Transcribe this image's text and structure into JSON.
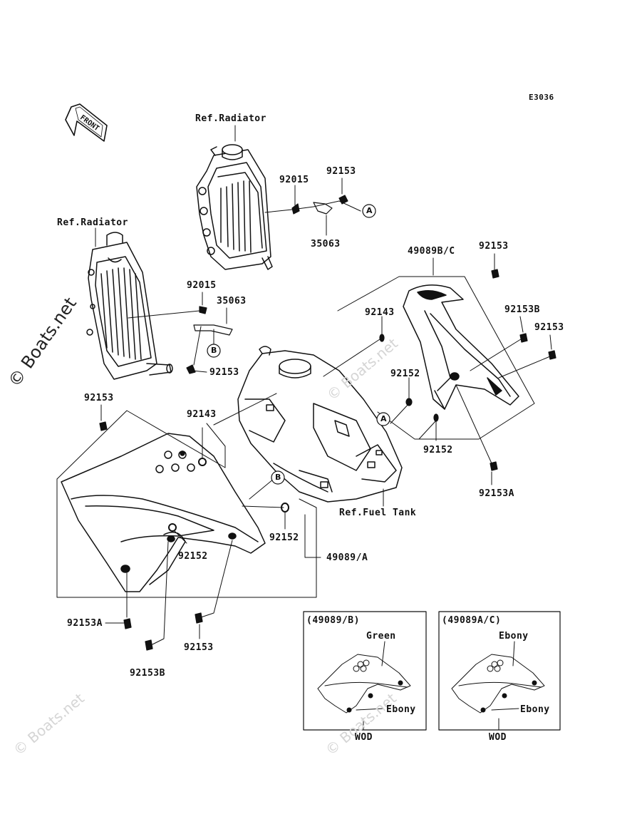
{
  "diagram_code": "E3036",
  "front_arrow_label": "FRONT",
  "watermarks": {
    "main": "© Boats.net",
    "faint": "© Boats.net"
  },
  "labels": {
    "ref_radiator_top": "Ref.Radiator",
    "ref_radiator_left": "Ref.Radiator",
    "p92015_top": "92015",
    "p92153_top": "92153",
    "p35063_top": "35063",
    "p92015_left": "92015",
    "p35063_left": "35063",
    "p92153_left_bolt": "92153",
    "p49089bc": "49089B/C",
    "p92153_bc": "92153",
    "p92143_right": "92143",
    "p92153b_right": "92153B",
    "p92153_far_right": "92153",
    "p92152_right_upper": "92152",
    "p92152_right_lower": "92152",
    "p92153a_right": "92153A",
    "p92153_left_top": "92153",
    "p92143_left": "92143",
    "ref_fuel_tank": "Ref.Fuel Tank",
    "p92152_center": "92152",
    "p92152_left": "92152",
    "p49089a": "49089/A",
    "p92153a_left": "92153A",
    "p92153_bottom": "92153",
    "p92153b_bottom": "92153B"
  },
  "callouts": {
    "a": "A",
    "b": "B"
  },
  "variants": [
    {
      "code": "(49089/B)",
      "color_top": "Green",
      "color_bottom": "Ebony",
      "footer": "WOD"
    },
    {
      "code": "(49089A/C)",
      "color_top": "Ebony",
      "color_bottom": "Ebony",
      "footer": "WOD"
    }
  ]
}
